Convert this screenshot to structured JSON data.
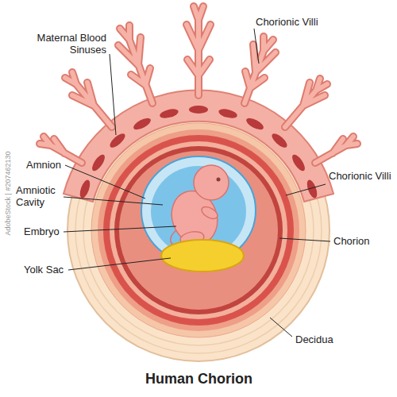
{
  "diagram": {
    "title": "Human Chorion",
    "labels": [
      "Maternal Blood Sinuses",
      "Chorionic Villi",
      "Amnion",
      "Amniotic Cavity",
      "Embryo",
      "Yolk Sac",
      "Chorionic Villi",
      "Chorion",
      "Decidua",
      "AdobeStock | #207462130"
    ]
  }
}
